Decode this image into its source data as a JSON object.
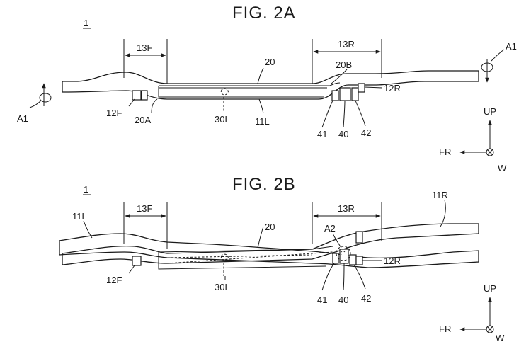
{
  "figure_a": {
    "title": "FIG. 2A",
    "ref_main": "1",
    "dim_front": "13F",
    "dim_rear": "13R",
    "labels": {
      "seat_20": "20",
      "seat_20b": "20B",
      "a1_left": "A1",
      "a1_right": "A1",
      "mount_12r": "12R",
      "mount_12f": "12F",
      "seat_20a": "20A",
      "part_30l": "30L",
      "member_11l": "11L",
      "part_41": "41",
      "part_40": "40",
      "part_42": "42"
    },
    "axes": {
      "up": "UP",
      "fr": "FR",
      "w": "W"
    }
  },
  "figure_b": {
    "title": "FIG. 2B",
    "ref_main": "1",
    "dim_front": "13F",
    "dim_rear": "13R",
    "labels": {
      "member_11r": "11R",
      "member_11l": "11L",
      "seat_20": "20",
      "a2": "A2",
      "mount_12r": "12R",
      "mount_12f": "12F",
      "part_30l": "30L",
      "part_41": "41",
      "part_40": "40",
      "part_42": "42"
    },
    "axes": {
      "up": "UP",
      "fr": "FR",
      "w": "W"
    }
  }
}
